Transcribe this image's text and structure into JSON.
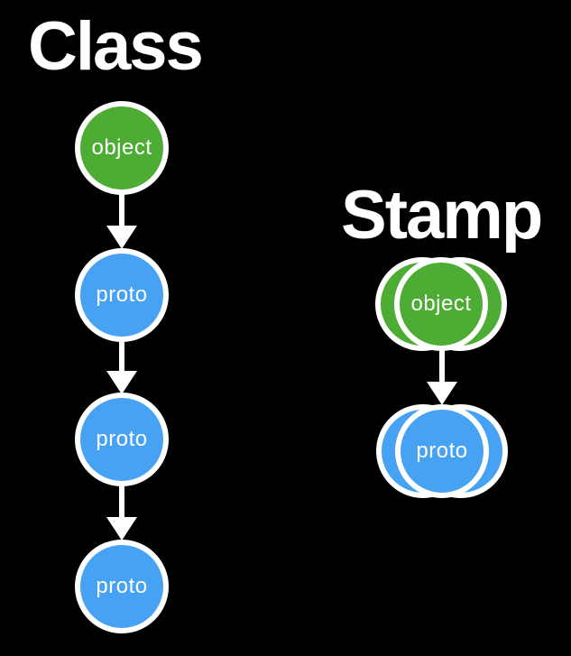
{
  "canvas": {
    "background": "#000000",
    "outline_color": "#FFFFFF",
    "text_color": "#FFFFFF"
  },
  "class_section": {
    "title": "Class",
    "nodes": [
      {
        "label": "object",
        "fill": "#4CAC33"
      },
      {
        "label": "proto",
        "fill": "#47A2F3"
      },
      {
        "label": "proto",
        "fill": "#47A2F3"
      },
      {
        "label": "proto",
        "fill": "#47A2F3"
      }
    ]
  },
  "stamp_section": {
    "title": "Stamp",
    "nodes": [
      {
        "label": "object",
        "fill": "#4CAC33"
      },
      {
        "label": "proto",
        "fill": "#47A2F3"
      }
    ]
  }
}
